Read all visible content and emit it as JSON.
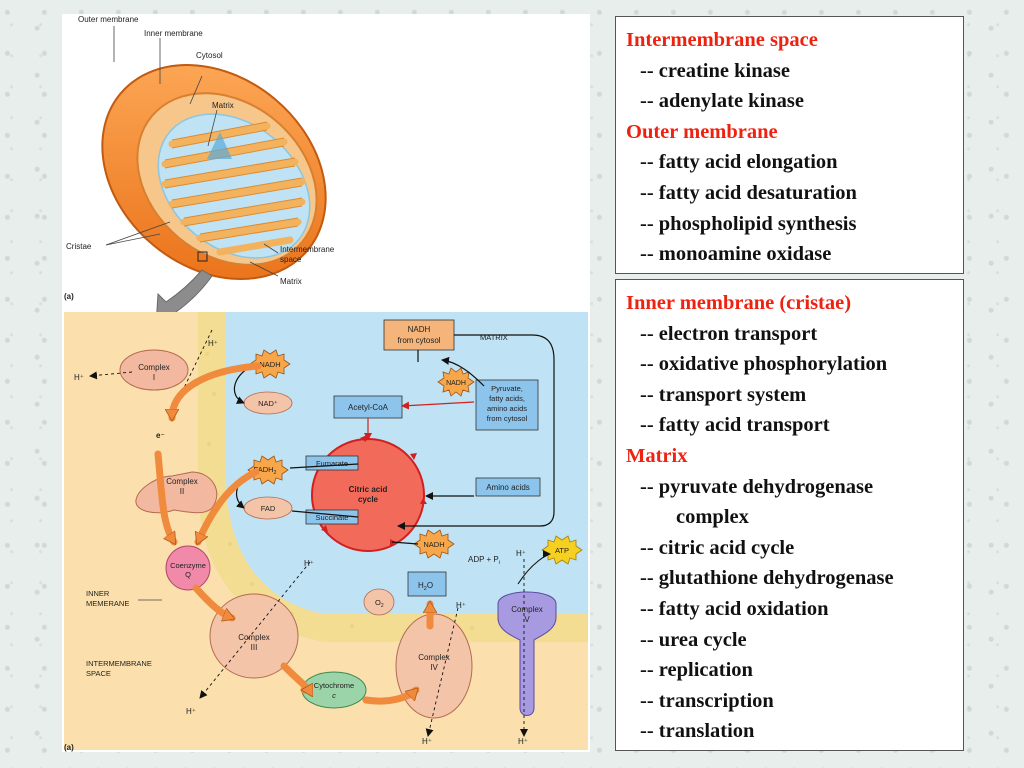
{
  "diagram": {
    "part_a_label": "(a)",
    "mito_labels": {
      "outer_membrane": "Outer membrane",
      "inner_membrane": "Inner membrane",
      "cytosol": "Cytosol",
      "matrix": "Matrix",
      "cristae": "Cristae",
      "intermembrane_space_1": "Intermembrane",
      "intermembrane_space_2": "space",
      "matrix_bottom": "Matrix"
    },
    "complexes": {
      "c1_1": "Complex",
      "c1_2": "I",
      "c2_1": "Complex",
      "c2_2": "II",
      "c3_1": "Complex",
      "c3_2": "III",
      "c4_1": "Complex",
      "c4_2": "IV",
      "c5_1": "Complex",
      "c5_2": "V",
      "q_1": "Coenzyme",
      "q_2": "Q",
      "cyt_1": "Cytochrome",
      "cyt_2": "c"
    },
    "molecules": {
      "nadh": "NADH",
      "nad_plus": "NAD⁺",
      "fadh2": "FADH",
      "fadh2_sub": "2",
      "fad": "FAD",
      "atp": "ATP",
      "adp_pi": "ADP + P",
      "adp_pi_sub": "i",
      "o2": "O",
      "o2_sub": "2",
      "h2o_h": "H",
      "h2o_sub": "2",
      "h2o_o": "O",
      "h_plus": "H⁺",
      "electron": "e⁻"
    },
    "boxes": {
      "nadh_cytosol_1": "NADH",
      "nadh_cytosol_2": "from cytosol",
      "acetyl_coa": "Acetyl-CoA",
      "fumarate": "Fumarate",
      "succinate": "Succinate",
      "amino_acids": "Amino acids",
      "pyruvate_1": "Pyruvate,",
      "pyruvate_2": "fatty acids,",
      "pyruvate_3": "amino acids",
      "pyruvate_4": "from cytosol",
      "cycle_1": "Citric acid",
      "cycle_2": "cycle"
    },
    "region_labels": {
      "matrix": "MATRIX",
      "inner_1": "INNER",
      "inner_2": "MEMERANE",
      "ims_1": "INTERMEMBRANE",
      "ims_2": "SPACE"
    }
  },
  "text_panel": {
    "top_box": [
      {
        "kind": "header",
        "text": "Intermembrane space"
      },
      {
        "kind": "item",
        "text": "-- creatine kinase"
      },
      {
        "kind": "item",
        "text": "-- adenylate kinase"
      },
      {
        "kind": "header",
        "text": "Outer membrane"
      },
      {
        "kind": "item",
        "text": "-- fatty acid elongation"
      },
      {
        "kind": "item",
        "text": "-- fatty acid desaturation"
      },
      {
        "kind": "item",
        "text": "-- phospholipid synthesis"
      },
      {
        "kind": "item",
        "text": "-- monoamine oxidase"
      }
    ],
    "bottom_box": [
      {
        "kind": "header",
        "text": "Inner membrane (cristae)"
      },
      {
        "kind": "item",
        "text": "-- electron transport"
      },
      {
        "kind": "item",
        "text": "-- oxidative phosphorylation"
      },
      {
        "kind": "item",
        "text": "-- transport system"
      },
      {
        "kind": "item",
        "text": "-- fatty acid transport"
      },
      {
        "kind": "header",
        "text": "Matrix"
      },
      {
        "kind": "item",
        "text": "-- pyruvate dehydrogenase"
      },
      {
        "kind": "indent",
        "text": "complex"
      },
      {
        "kind": "item",
        "text": "-- citric acid cycle"
      },
      {
        "kind": "item",
        "text": "-- glutathione dehydrogenase"
      },
      {
        "kind": "item",
        "text": "-- fatty acid oxidation"
      },
      {
        "kind": "item",
        "text": "-- urea cycle"
      },
      {
        "kind": "item",
        "text": "-- replication"
      },
      {
        "kind": "item",
        "text": "-- transcription"
      },
      {
        "kind": "item",
        "text": "-- translation"
      }
    ]
  }
}
